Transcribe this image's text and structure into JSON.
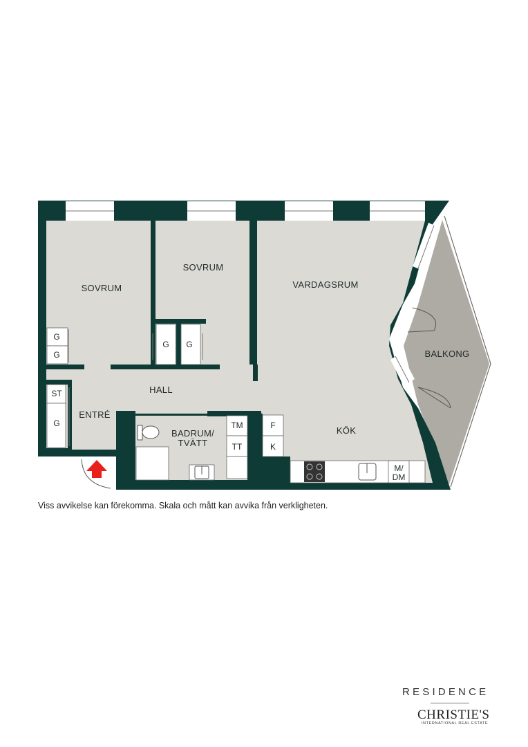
{
  "colors": {
    "wall": "#0f3b36",
    "floor": "#dcdad5",
    "balcony": "#aeaba4",
    "arrow": "#e8201b",
    "window": "#ffffff"
  },
  "rooms": {
    "sovrum_1": "SOVRUM",
    "sovrum_2": "SOVRUM",
    "vardagsrum": "VARDAGSRUM",
    "balkong": "BALKONG",
    "hall": "HALL",
    "entre": "ENTRÉ",
    "badrum_1": "BADRUM/",
    "badrum_2": "TVÄTT",
    "kok": "KÖK"
  },
  "fixtures": {
    "g1": "G",
    "g2": "G",
    "g3": "G",
    "g4": "G",
    "g5": "G",
    "st": "ST",
    "tm": "TM",
    "tt": "TT",
    "f": "F",
    "k": "K",
    "m": "M/",
    "dm": "DM"
  },
  "icons": {
    "entrance": "entrance-arrow-icon",
    "toilet": "toilet-icon",
    "sink": "sink-icon",
    "stove": "stove-icon"
  },
  "disclaimer": "Viss avvikelse kan förekomma. Skala och mått kan avvika från verkligheten.",
  "branding": {
    "residence": "RESIDENCE",
    "christies": "CHRISTIE'S",
    "tagline": "INTERNATIONAL REAL ESTATE"
  }
}
